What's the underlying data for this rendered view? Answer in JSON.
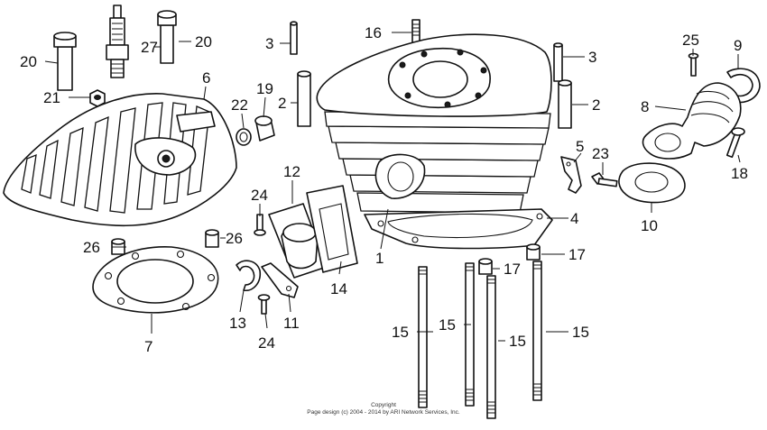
{
  "diagram": {
    "callouts": [
      {
        "id": "c-20a",
        "label": "20"
      },
      {
        "id": "c-27",
        "label": "27"
      },
      {
        "id": "c-20b",
        "label": "20"
      },
      {
        "id": "c-21",
        "label": "21"
      },
      {
        "id": "c-6",
        "label": "6"
      },
      {
        "id": "c-22",
        "label": "22"
      },
      {
        "id": "c-19",
        "label": "19"
      },
      {
        "id": "c-3a",
        "label": "3"
      },
      {
        "id": "c-2a",
        "label": "2"
      },
      {
        "id": "c-16",
        "label": "16"
      },
      {
        "id": "c-3b",
        "label": "3"
      },
      {
        "id": "c-2b",
        "label": "2"
      },
      {
        "id": "c-25",
        "label": "25"
      },
      {
        "id": "c-9",
        "label": "9"
      },
      {
        "id": "c-8",
        "label": "8"
      },
      {
        "id": "c-5",
        "label": "5"
      },
      {
        "id": "c-23",
        "label": "23"
      },
      {
        "id": "c-18",
        "label": "18"
      },
      {
        "id": "c-12",
        "label": "12"
      },
      {
        "id": "c-24a",
        "label": "24"
      },
      {
        "id": "c-26a",
        "label": "26"
      },
      {
        "id": "c-26b",
        "label": "26"
      },
      {
        "id": "c-4",
        "label": "4"
      },
      {
        "id": "c-10",
        "label": "10"
      },
      {
        "id": "c-1",
        "label": "1"
      },
      {
        "id": "c-17a",
        "label": "17"
      },
      {
        "id": "c-17b",
        "label": "17"
      },
      {
        "id": "c-14",
        "label": "14"
      },
      {
        "id": "c-7",
        "label": "7"
      },
      {
        "id": "c-13",
        "label": "13"
      },
      {
        "id": "c-11",
        "label": "11"
      },
      {
        "id": "c-24b",
        "label": "24"
      },
      {
        "id": "c-15a",
        "label": "15"
      },
      {
        "id": "c-15b",
        "label": "15"
      },
      {
        "id": "c-15c",
        "label": "15"
      },
      {
        "id": "c-15d",
        "label": "15"
      }
    ],
    "copyright": {
      "line1": "Copyright",
      "line2": "Page design (c) 2004 - 2014 by ARI Network Services, Inc."
    }
  }
}
